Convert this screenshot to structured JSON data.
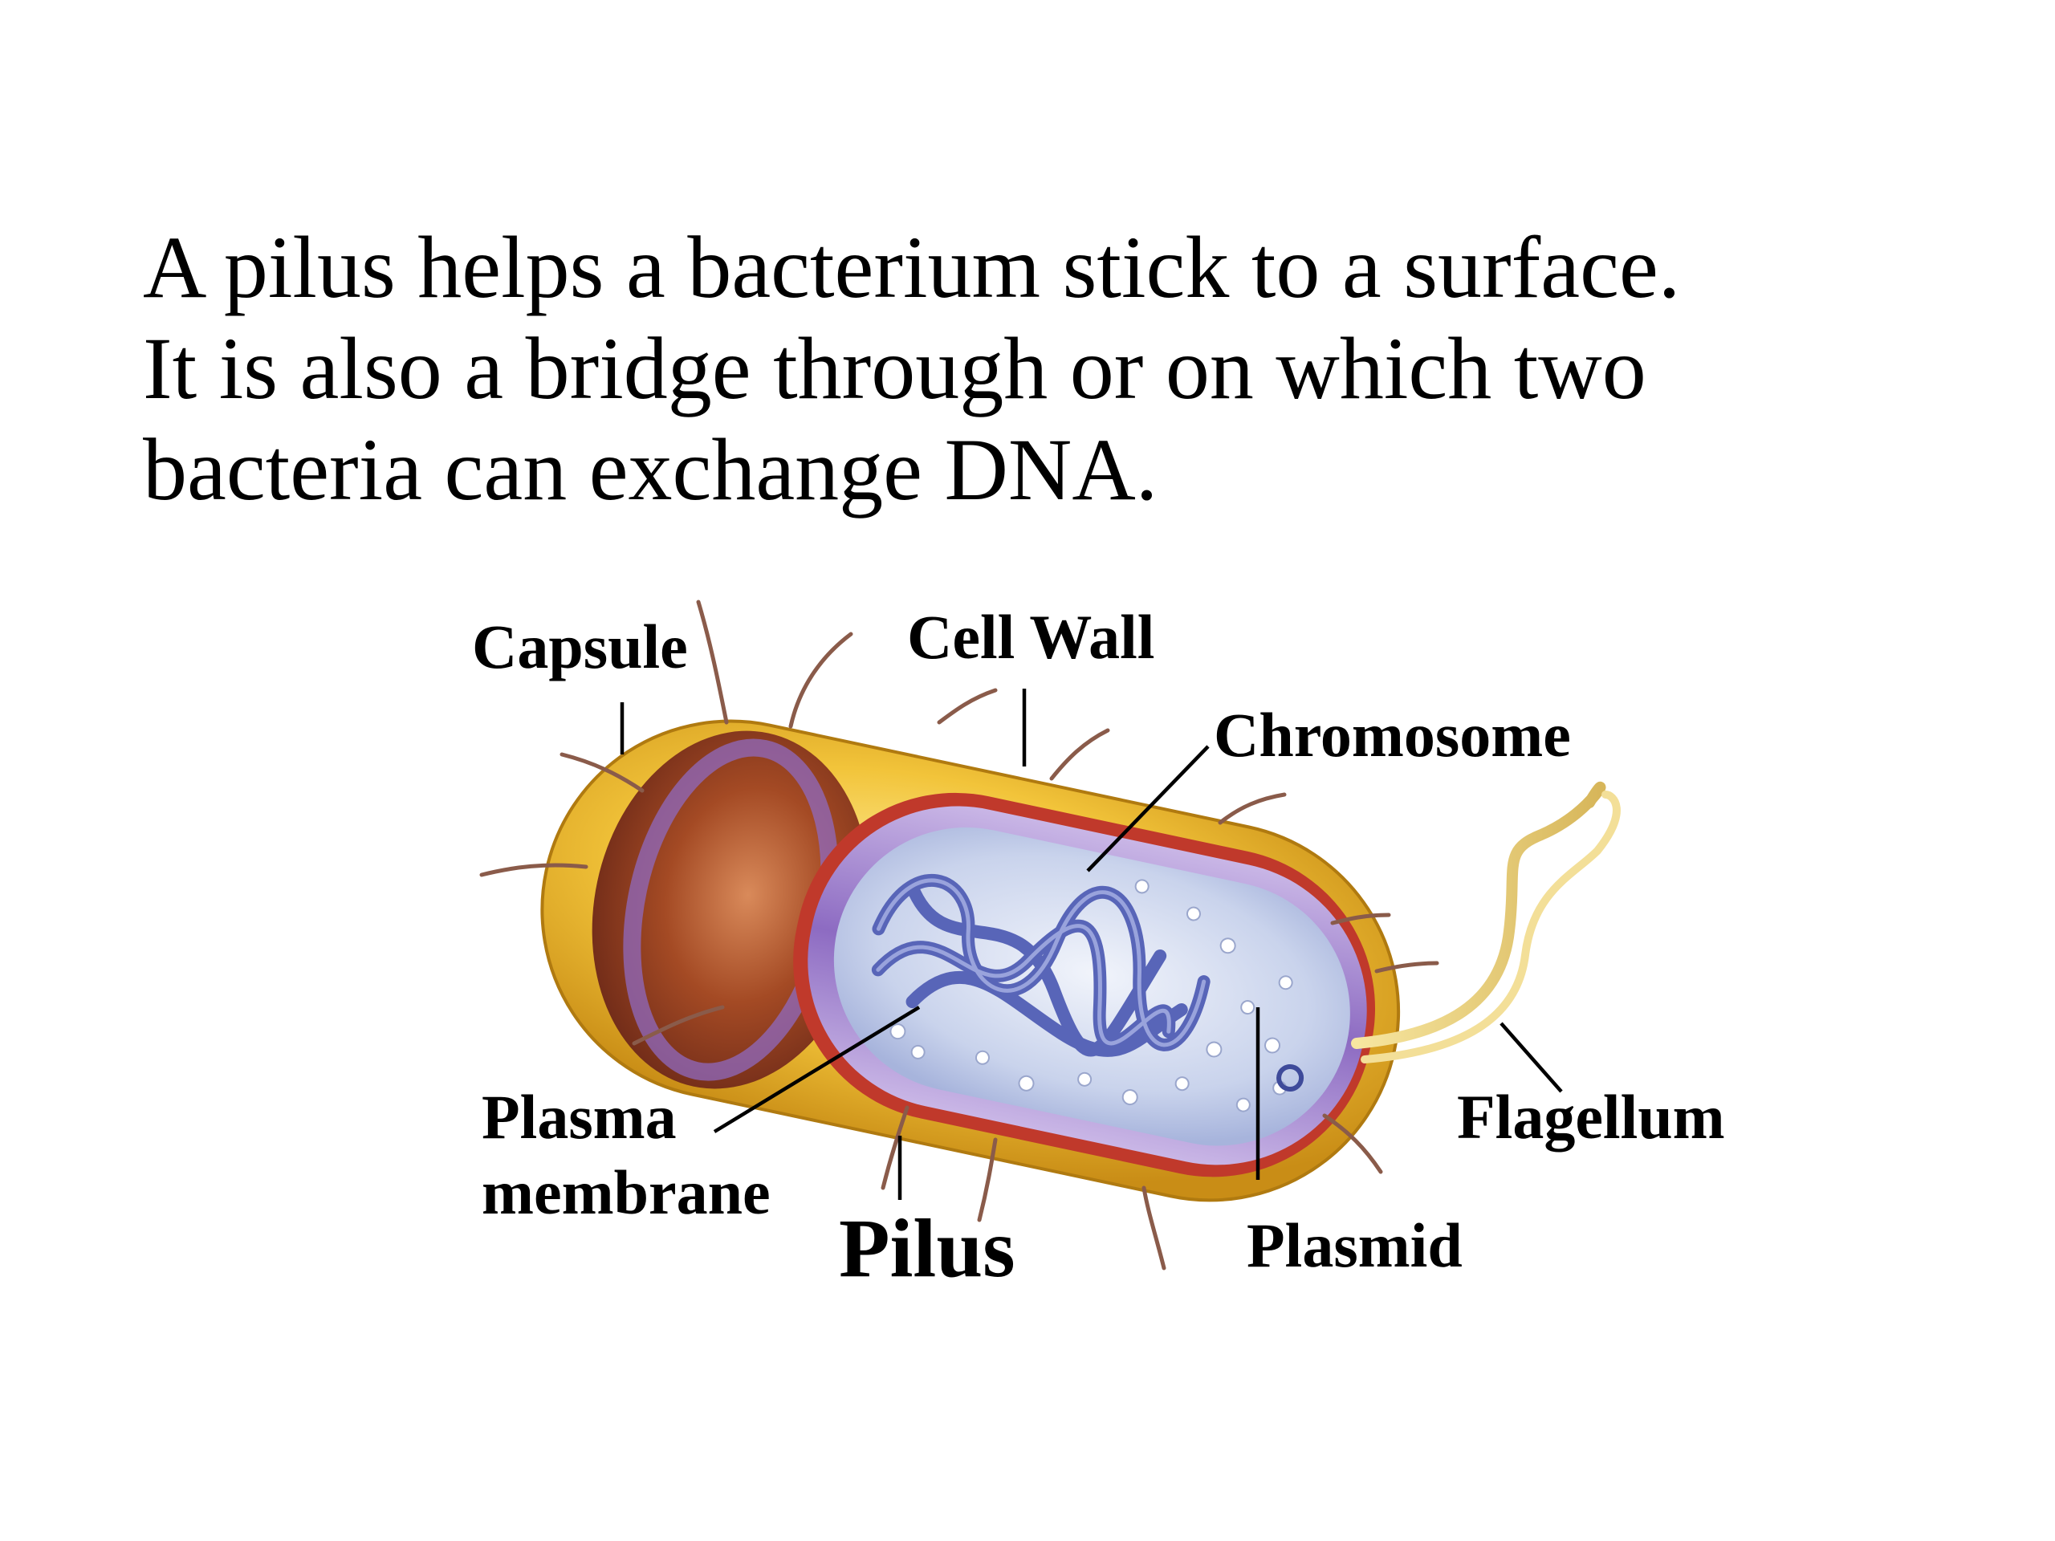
{
  "intro": {
    "lines": [
      "A pilus helps a bacterium stick to a surface.",
      "It is also a bridge through or on which two",
      "bacteria can exchange DNA."
    ]
  },
  "labels": {
    "capsule": "Capsule",
    "cell_wall": "Cell Wall",
    "chromosome": "Chromosome",
    "flagellum": "Flagellum",
    "plasma_line1": "Plasma",
    "plasma_line2": "membrane",
    "pilus": "Pilus",
    "plasmid": "Plasmid"
  },
  "colors": {
    "capsule_yellow": "#f2c43a",
    "capsule_orange": "#b8541a",
    "cell_wall_red": "#c0392b",
    "membrane_purple": "#7d55b0",
    "cytoplasm": "#cfd8ef",
    "chromosome_blue": "#5865b8",
    "flagellum": "#e8cf7a"
  }
}
